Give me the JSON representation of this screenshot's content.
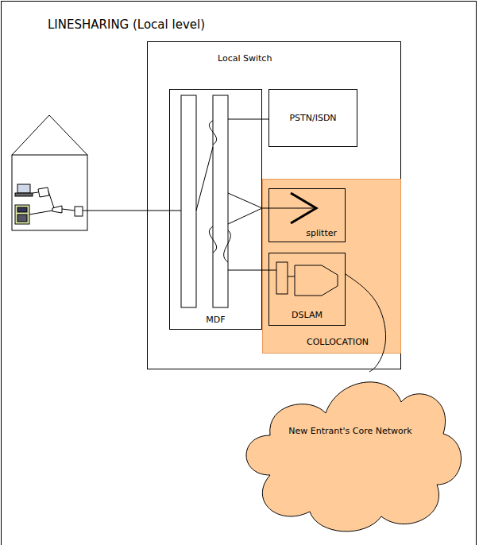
{
  "diagram": {
    "title": "LINESHARING (Local level)",
    "nodes": [
      {
        "text": [
          "Local Switch"
        ]
      },
      {
        "text": [
          "MDF"
        ],
        "in": 0
      },
      {
        "text": [
          "PSTN/ISDN"
        ],
        "in": 0
      },
      {
        "text": [
          "COLLOCATION"
        ],
        "in": 0
      },
      {
        "text": [
          "splitter"
        ],
        "in": 3
      },
      {
        "text": [
          "DSLAM"
        ],
        "in": 3
      },
      {
        "text": [
          "New Entrant's Core Network"
        ]
      }
    ],
    "edges": [
      {
        "from": 1,
        "to": 2,
        "arrow": "none"
      },
      {
        "from": 1,
        "to": 4,
        "arrow": "none"
      },
      {
        "from": 1,
        "to": 5,
        "arrow": "none"
      },
      {
        "from": 5,
        "to": 6,
        "arrow": "none"
      }
    ]
  }
}
